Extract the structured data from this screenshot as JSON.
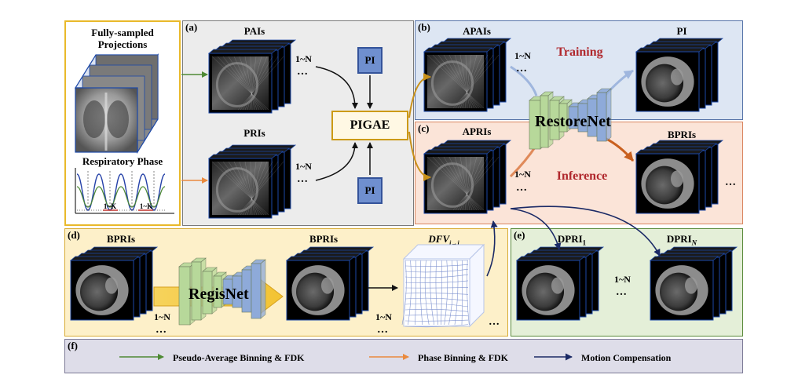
{
  "input": {
    "title": "Fully-sampled\nProjections",
    "resp_label": "Respiratory Phase",
    "bin_label": "1~K"
  },
  "panel_a": {
    "tag": "(a)",
    "pais": "PAIs",
    "pris": "PRIs",
    "range": "1~N",
    "dots": "…",
    "pigae": "PIGAE",
    "pi": "PI"
  },
  "panel_b": {
    "tag": "(b)",
    "apais": "APAIs",
    "pi_out": "PI",
    "training": "Training",
    "range": "1~N",
    "dots": "…"
  },
  "panel_c": {
    "tag": "(c)",
    "apris": "APRIs",
    "bpris": "BPRIs",
    "inference": "Inference",
    "restorenet": "RestoreNet",
    "range": "1~N",
    "dots": "…"
  },
  "panel_d": {
    "tag": "(d)",
    "bpris_in": "BPRIs",
    "bpris_out": "BPRIs",
    "regisnet": "RegisNet",
    "dfv": "DFV",
    "dfv_sub": "i→j",
    "range": "1~N",
    "dots": "…"
  },
  "panel_e": {
    "tag": "(e)",
    "dpri": "DPRI",
    "sub1": "1",
    "subN": "N",
    "range": "1~N",
    "dots": "…"
  },
  "legend": {
    "tag": "(f)",
    "items": [
      {
        "label": "Pseudo-Average Binning & FDK",
        "color": "#4e8a34"
      },
      {
        "label": "Phase Binning & FDK",
        "color": "#ea8a3e"
      },
      {
        "label": "Motion Compensation",
        "color": "#1b2a66"
      }
    ]
  },
  "colors": {
    "panel_a_bg": "#ececec",
    "panel_a_border": "#7a7a7a",
    "panel_b_bg": "#dde6f3",
    "panel_b_border": "#5673a8",
    "panel_c_bg": "#fbe4d8",
    "panel_c_border": "#d98560",
    "panel_d_bg": "#fdf0c9",
    "panel_d_border": "#d8ab35",
    "panel_e_bg": "#e4efd8",
    "panel_e_border": "#5a8a3a",
    "panel_f_bg": "#dedde9",
    "panel_f_border": "#7c7a96",
    "input_border": "#e9b92a",
    "pigae_border": "#cc9a14",
    "pi_fill": "#6f8fcf",
    "pi_border": "#34539a",
    "cube_edge": "#1c48a8",
    "gold_arrow": "#c99119",
    "red_text": "#b0282d",
    "net_green": "#b7d89a",
    "net_blue": "#8eaad9"
  }
}
